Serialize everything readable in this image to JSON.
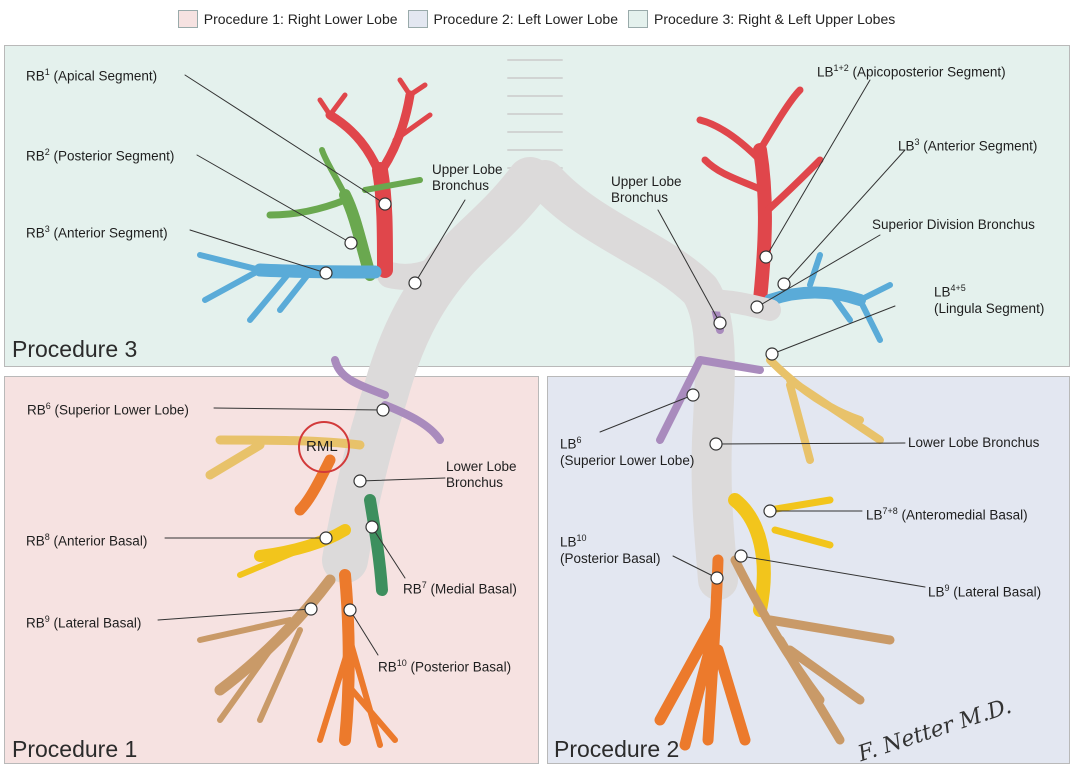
{
  "legend": [
    {
      "label": "Procedure 1: Right Lower Lobe",
      "color": "#f6e2e1"
    },
    {
      "label": "Procedure 2: Left Lower Lobe",
      "color": "#e3e7f1"
    },
    {
      "label": "Procedure 3: Right & Left Upper Lobes",
      "color": "#e4f1ed"
    }
  ],
  "panels": {
    "p1": "Procedure 1",
    "p2": "Procedure 2",
    "p3": "Procedure 3"
  },
  "rml": "RML",
  "signature": "F. Netter M.D.",
  "colors": {
    "apical": "#e0464b",
    "posterior_rb2": "#6aa84f",
    "anterior": "#5aabd8",
    "medial": "#3d8f5e",
    "superior_lower": "#a98bbd",
    "anterior_basal": "#f2c51c",
    "lateral_basal": "#c99a68",
    "posterior_basal": "#ec7a2c",
    "trachea": "#e8e6e6",
    "rml_circle": "#d23a3a"
  },
  "labels": {
    "rb1": {
      "pre": "RB",
      "sup": "1",
      "post": " (Apical Segment)"
    },
    "rb2": {
      "pre": "RB",
      "sup": "2",
      "post": " (Posterior Segment)"
    },
    "rb3": {
      "pre": "RB",
      "sup": "3",
      "post": " (Anterior Segment)"
    },
    "rul": {
      "line1": "Upper Lobe",
      "line2": "Bronchus"
    },
    "lul": {
      "line1": "Upper Lobe",
      "line2": "Bronchus"
    },
    "lb12": {
      "pre": "LB",
      "sup": "1+2",
      "post": " (Apicoposterior Segment)"
    },
    "lb3": {
      "pre": "LB",
      "sup": "3",
      "post": " (Anterior Segment)"
    },
    "sdb": {
      "text": "Superior Division Bronchus"
    },
    "lb45": {
      "pre": "LB",
      "sup": "4+5",
      "line2": "(Lingula Segment)"
    },
    "rb6": {
      "pre": "RB",
      "sup": "6",
      "post": " (Superior Lower Lobe)"
    },
    "rllb": {
      "line1": "Lower Lobe",
      "line2": "Bronchus"
    },
    "rb8": {
      "pre": "RB",
      "sup": "8",
      "post": " (Anterior Basal)"
    },
    "rb7": {
      "pre": "RB",
      "sup": "7",
      "post": " (Medial Basal)"
    },
    "rb9": {
      "pre": "RB",
      "sup": "9",
      "post": " (Lateral Basal)"
    },
    "rb10": {
      "pre": "RB",
      "sup": "10",
      "post": " (Posterior Basal)"
    },
    "lb6": {
      "pre": "LB",
      "sup": "6",
      "line2": "(Superior Lower Lobe)"
    },
    "lllb": {
      "text": "Lower Lobe Bronchus"
    },
    "lb78": {
      "pre": "LB",
      "sup": "7+8",
      "post": " (Anteromedial Basal)"
    },
    "lb10": {
      "pre": "LB",
      "sup": "10",
      "line2": "(Posterior Basal)"
    },
    "lb9": {
      "pre": "LB",
      "sup": "9",
      "post": " (Lateral Basal)"
    }
  }
}
